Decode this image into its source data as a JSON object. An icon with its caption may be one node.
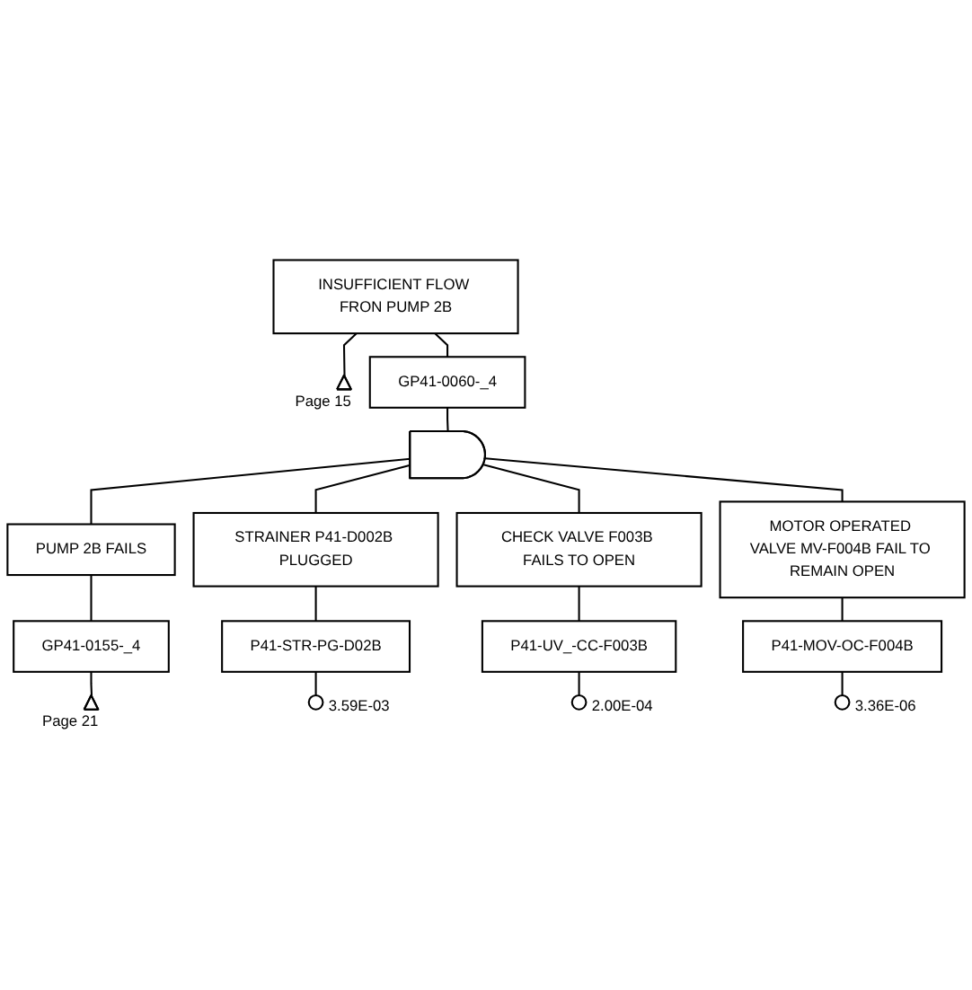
{
  "diagram": {
    "nodes": [
      {
        "text": [
          "INSUFFICIENT FLOW FRON PUMP 2B"
        ]
      },
      {
        "text": [],
        "shape": "triangle",
        "beside": [
          "Page 15"
        ]
      },
      {
        "text": [
          "GP41-0060-_4"
        ]
      },
      {
        "text": [],
        "shape": "gate"
      },
      {
        "text": [
          "PUMP 2B FAILS"
        ]
      },
      {
        "text": [
          "STRAINER P41-D002B PLUGGED"
        ]
      },
      {
        "text": [
          "GP41-0155-_4"
        ]
      },
      {
        "text": [
          "P41-STR-PG-D02B"
        ]
      },
      {
        "text": [],
        "shape": "triangle",
        "beside": [
          "Page 21"
        ]
      },
      {
        "text": [],
        "shape": "circle",
        "beside": [
          "3.59E-03"
        ]
      },
      {
        "text": [
          "CHECK VALVE F003B FAILS TO OPEN"
        ]
      },
      {
        "text": [
          "MOTOR OPERATED VALVE MV-F004B FAIL TO REMAIN OPEN"
        ]
      },
      {
        "text": [
          "P41-UV_-CC-F003B"
        ]
      },
      {
        "text": [
          "P41-MOV-OC-F004B"
        ]
      },
      {
        "text": [],
        "shape": "circle",
        "beside": [
          "2.00E-04"
        ]
      },
      {
        "text": [],
        "shape": "circle",
        "beside": [
          "3.36E-06"
        ]
      }
    ],
    "edges": [
      {
        "from": 0,
        "to": 1,
        "arrow": "none"
      },
      {
        "from": 0,
        "to": 2,
        "arrow": "none"
      },
      {
        "from": 2,
        "to": 3,
        "arrow": "none"
      },
      {
        "from": 3,
        "to": 4,
        "arrow": "none"
      },
      {
        "from": 3,
        "to": 5,
        "arrow": "none"
      },
      {
        "from": 3,
        "to": 10,
        "arrow": "none"
      },
      {
        "from": 3,
        "to": 11,
        "arrow": "none"
      },
      {
        "from": 4,
        "to": 6,
        "arrow": "none"
      },
      {
        "from": 5,
        "to": 7,
        "arrow": "none"
      },
      {
        "from": 6,
        "to": 8,
        "arrow": "none"
      },
      {
        "from": 7,
        "to": 9,
        "arrow": "none"
      },
      {
        "from": 10,
        "to": 12,
        "arrow": "none"
      },
      {
        "from": 11,
        "to": 13,
        "arrow": "none"
      },
      {
        "from": 12,
        "to": 14,
        "arrow": "none"
      },
      {
        "from": 13,
        "to": 15,
        "arrow": "none"
      }
    ]
  }
}
